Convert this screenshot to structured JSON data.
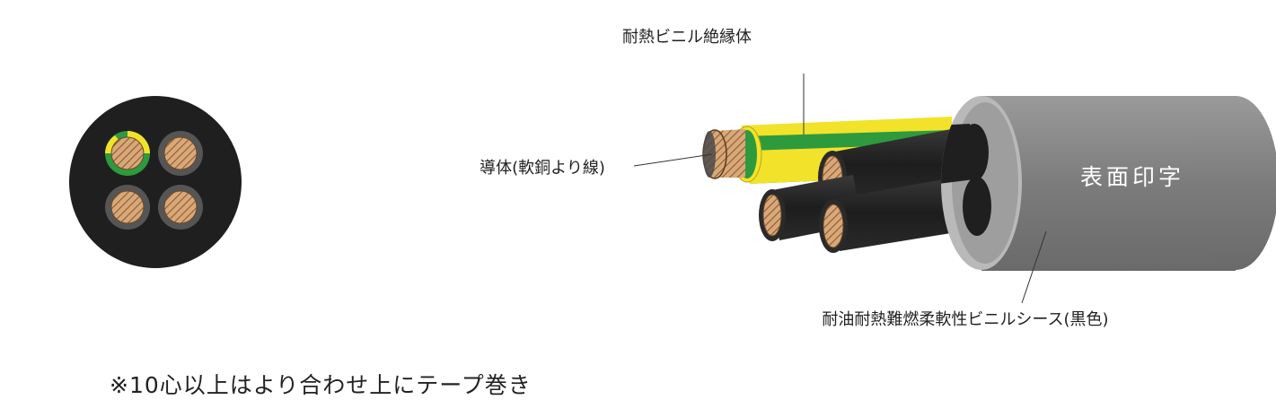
{
  "labels": {
    "insulation": "耐熱ビニル絶縁体",
    "conductor": "導体(軟銅より線)",
    "sheath": "耐油耐熱難燃柔軟性ビニルシース(黒色)",
    "surface_print": "表面印字"
  },
  "note": "※10心以上はより合わせ上にテープ巻き",
  "colors": {
    "sheath": "#1f1f1f",
    "jacket_gray": "#8a8a8a",
    "copper": "#d9a878",
    "green": "#2e9a3e",
    "yellow": "#f2e22a"
  }
}
